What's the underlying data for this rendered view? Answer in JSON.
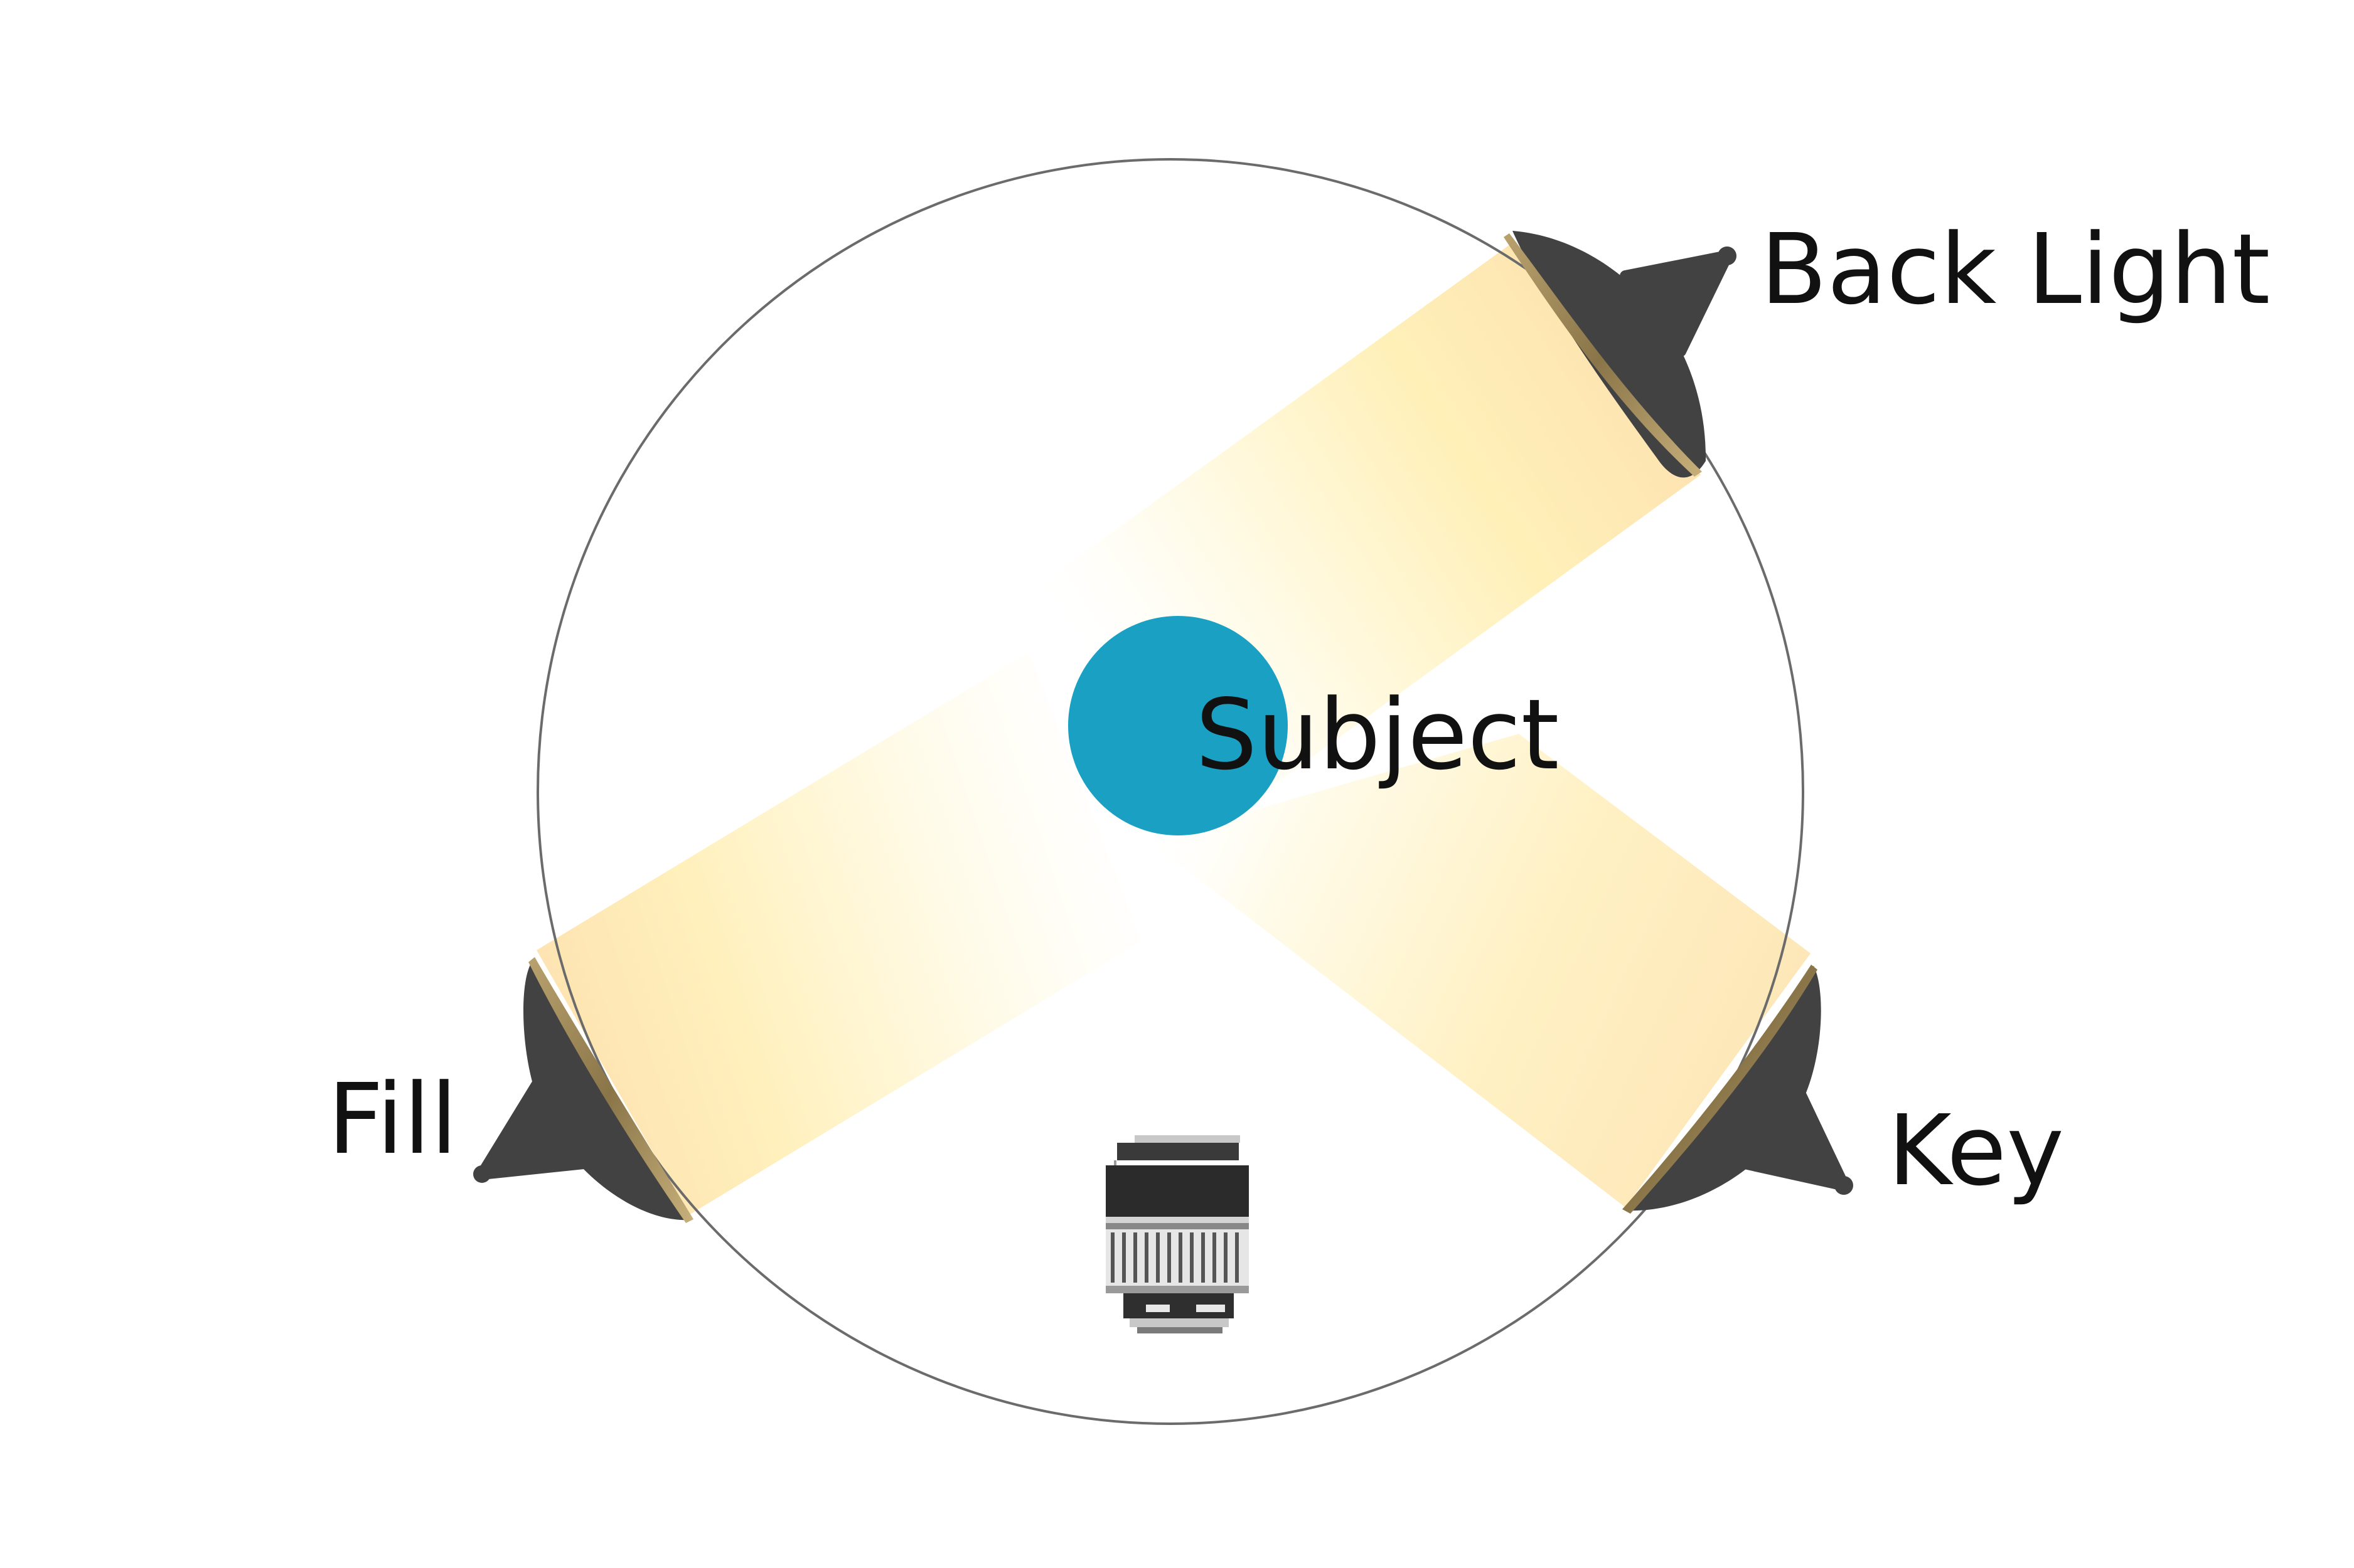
{
  "labels": {
    "subject": "Subject",
    "back_light": "Back Light",
    "fill": "Fill",
    "key": "Key"
  },
  "colors": {
    "background": "#ffffff",
    "circle_stroke": "#6b6b6b",
    "subject": "#19a0c2",
    "lamp_body": "#424242",
    "lamp_lens": "#8f7c52",
    "beam_warm": "#fde6b3",
    "beam_light": "#fff8dc",
    "text": "#111111"
  },
  "icons": {
    "camera": "camera-lens-icon",
    "lights": "studio-light-icon"
  }
}
